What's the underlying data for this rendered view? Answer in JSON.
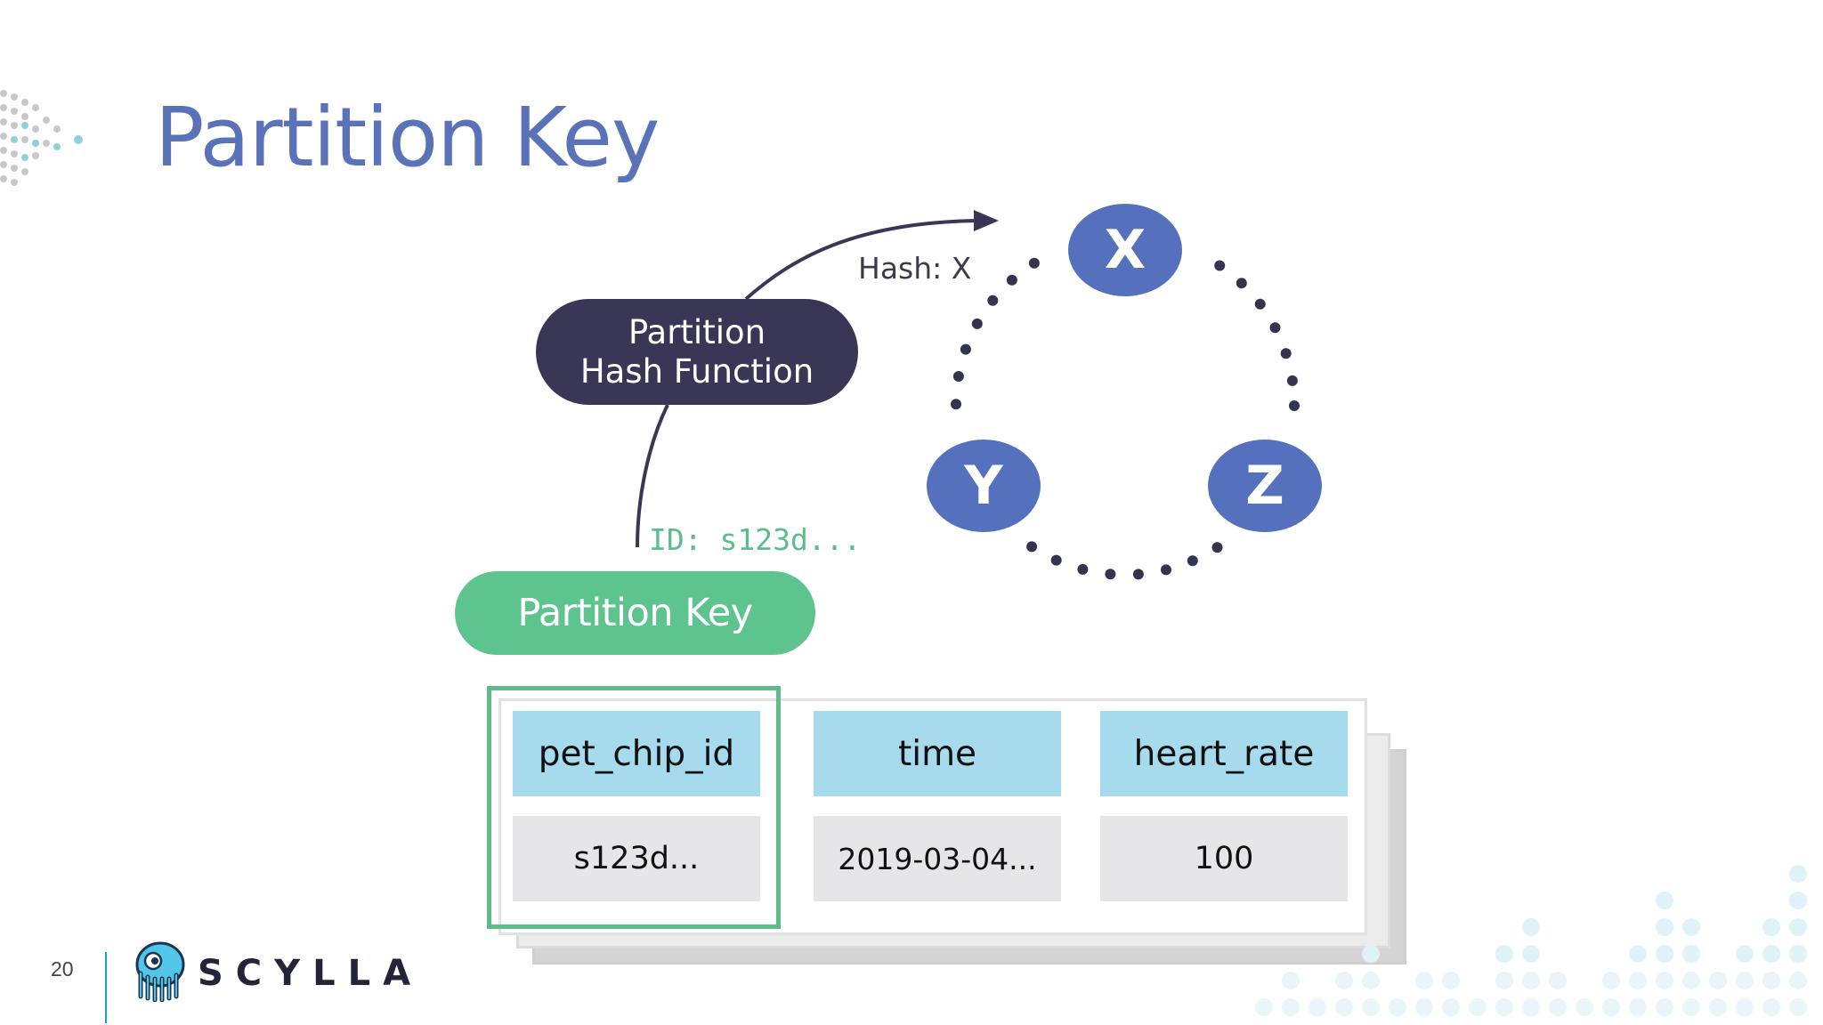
{
  "slide": {
    "title": "Partition Key",
    "page_number": "20",
    "brand": "SCYLLA"
  },
  "diagram": {
    "hash_function": {
      "line1": "Partition",
      "line2": "Hash Function"
    },
    "hash_label": "Hash: X",
    "id_label": "ID: s123d...",
    "partition_key_label": "Partition Key",
    "ring_nodes": [
      "X",
      "Y",
      "Z"
    ]
  },
  "table": {
    "columns": [
      "pet_chip_id",
      "time",
      "heart_rate"
    ],
    "row": [
      "s123d...",
      "2019-03-04...",
      "100"
    ]
  },
  "colors": {
    "title": "#5a73b8",
    "node": "#5570bd",
    "hash_box": "#3a3756",
    "partition_key": "#5ec48f",
    "header_cell": "#a6dbee",
    "value_cell": "#e6e6e8",
    "accent": "#1aa3c8"
  },
  "icons": [
    "triangle-dots-icon",
    "scylla-mascot-icon",
    "ring-dots",
    "hash-arrow"
  ]
}
